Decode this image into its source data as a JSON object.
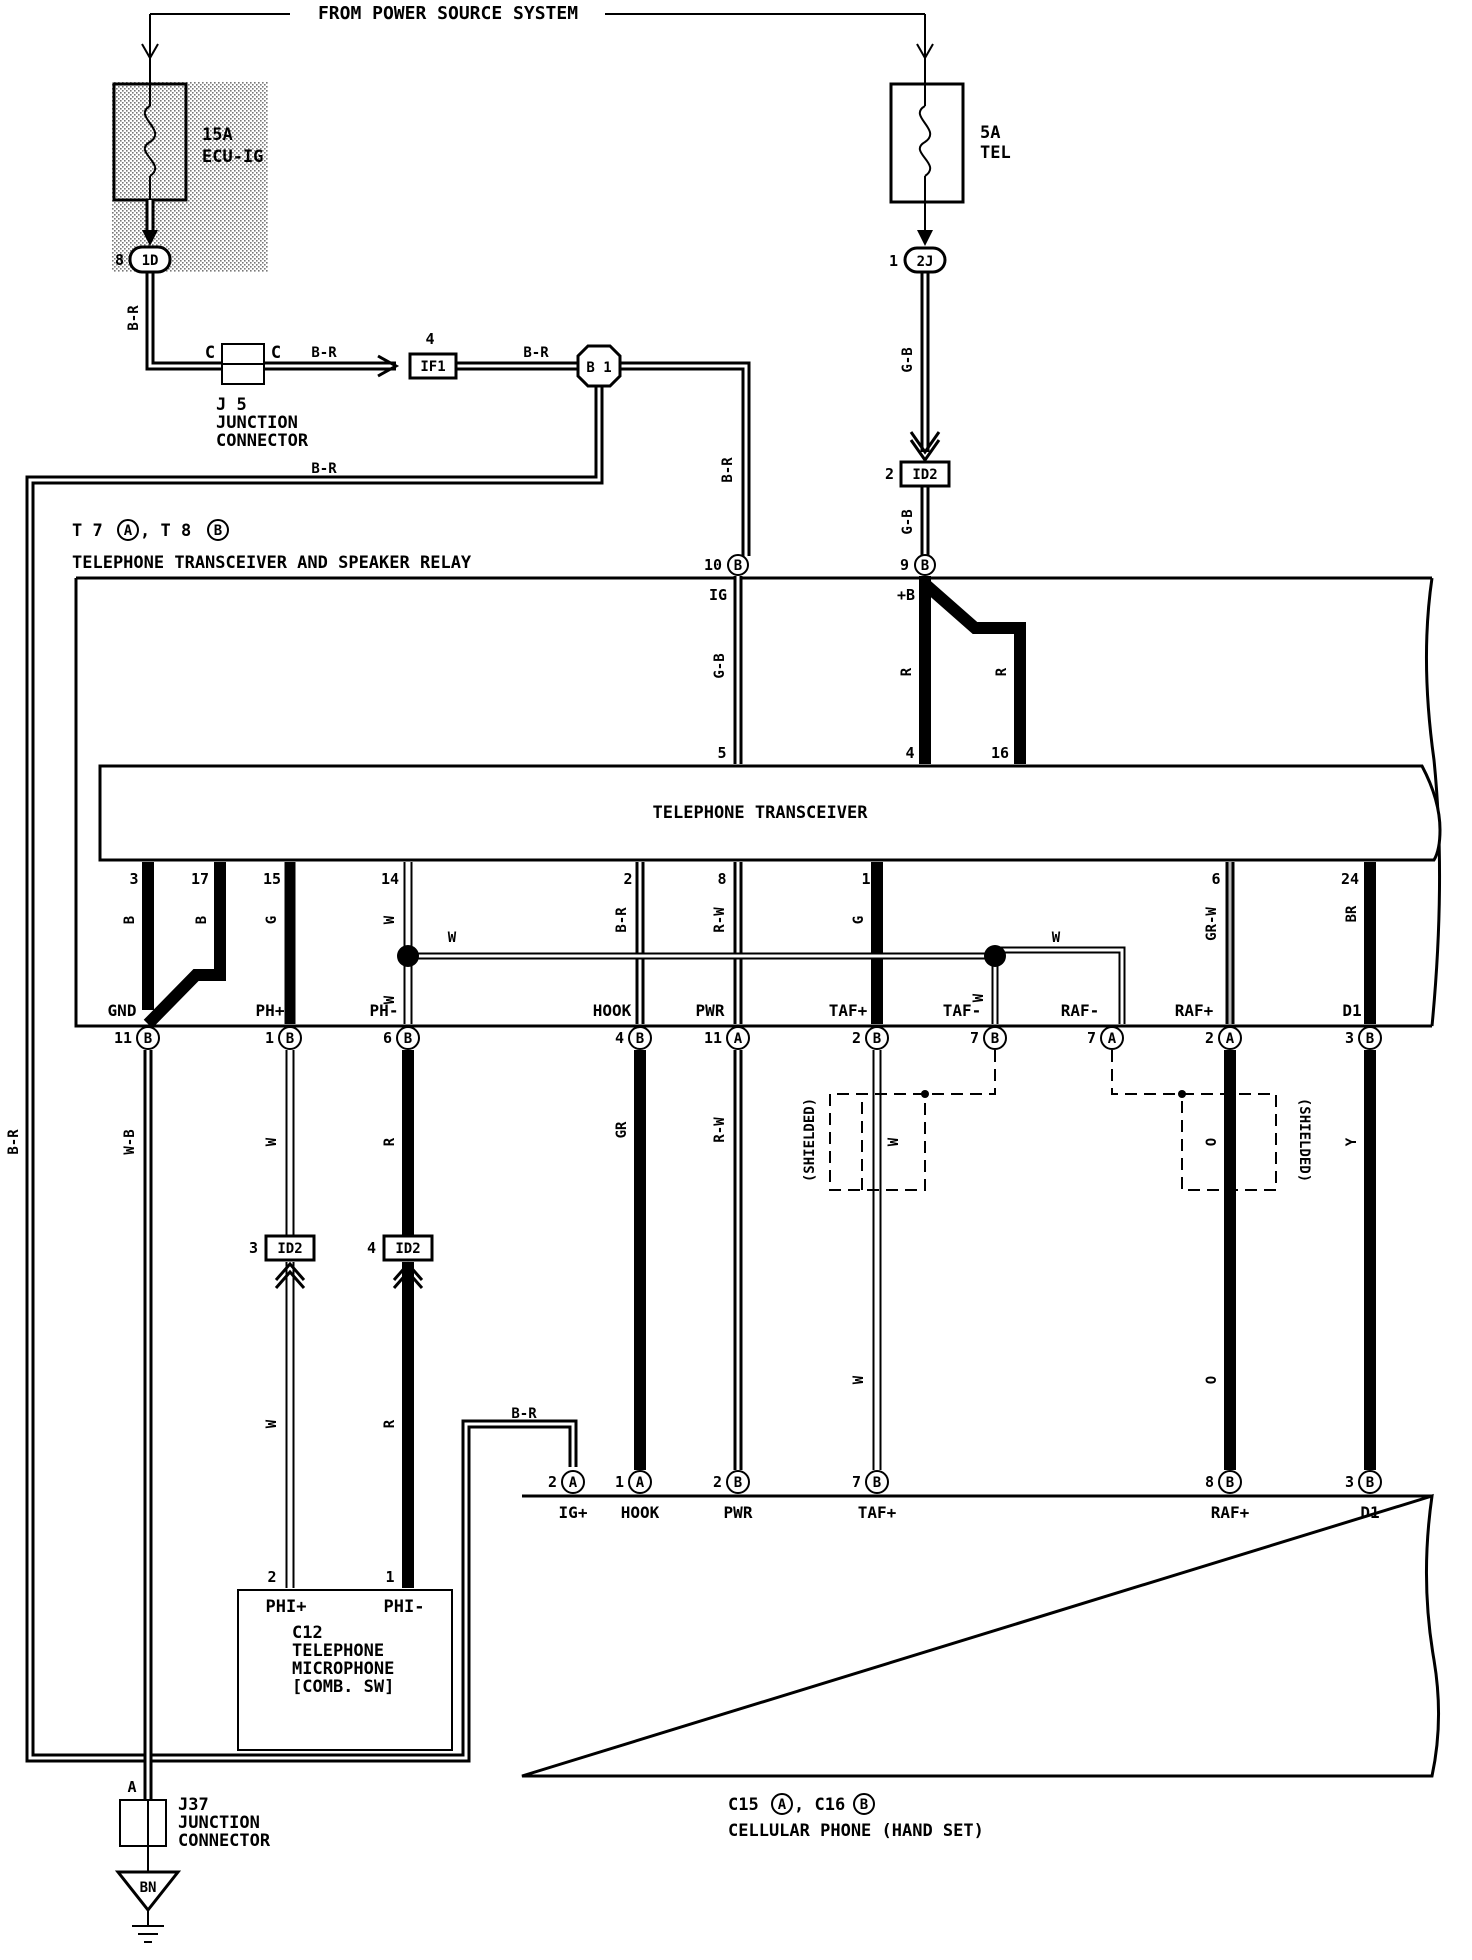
{
  "header": {
    "power_source": "FROM POWER SOURCE SYSTEM"
  },
  "fuses": {
    "ecu_ig": {
      "rating": "15A",
      "name": "ECU-IG"
    },
    "tel": {
      "rating": "5A",
      "name": "TEL"
    }
  },
  "connectors": {
    "c1d": "1D",
    "c2j": "2J",
    "cif1": "IF1",
    "cid2": "ID2",
    "cb1": "B 1",
    "pin_1d": "8",
    "pin_2j": "1",
    "pin_if1": "4",
    "pin_id2_top": "2",
    "pin_id2_a": "3",
    "pin_id2_b": "4"
  },
  "junctions": {
    "j5": {
      "id": "J 5",
      "line1": "JUNCTION",
      "line2": "CONNECTOR",
      "pin_left": "C",
      "pin_right": "C"
    },
    "j37": {
      "id": "J37",
      "line1": "JUNCTION",
      "line2": "CONNECTOR",
      "pin": "A"
    },
    "ground": "BN"
  },
  "transceiver_relay": {
    "ref_prefix": "T 7",
    "ref_a": "A",
    "ref_mid": ", T 8",
    "ref_b": "B",
    "title": "TELEPHONE TRANSCEIVER AND SPEAKER RELAY",
    "pin_ig": "10",
    "pin_b": "9",
    "lbl_ig": "IG",
    "lbl_b": "+B",
    "inner_5": "5",
    "inner_4": "4",
    "inner_16": "16"
  },
  "transceiver": {
    "title": "TELEPHONE TRANSCEIVER"
  },
  "top_pins": [
    "3",
    "17",
    "15",
    "14",
    "2",
    "8",
    "1",
    "6",
    "24"
  ],
  "terminals": {
    "labels": [
      "GND",
      "PH+",
      "PH-",
      "HOOK",
      "PWR",
      "TAF+",
      "TAF-",
      "RAF-",
      "RAF+",
      "D1"
    ],
    "pins": [
      "11",
      "1",
      "6",
      "4",
      "11",
      "2",
      "7",
      "7",
      "2",
      "3"
    ],
    "letters": [
      "B",
      "B",
      "B",
      "B",
      "A",
      "B",
      "B",
      "A",
      "A",
      "B"
    ]
  },
  "wire_colors": {
    "br": "B-R",
    "gb": "G-B",
    "r": "R",
    "b": "B",
    "g": "G",
    "w": "W",
    "rw": "R-W",
    "grw": "GR-W",
    "br2": "BR",
    "wb": "W-B",
    "gr": "GR",
    "o": "O",
    "y": "Y"
  },
  "shield": "(SHIELDED)",
  "microphone": {
    "pin_plus": "2",
    "pin_minus": "1",
    "lbl_plus": "PHI+",
    "lbl_minus": "PHI-",
    "id": "C12",
    "line1": "TELEPHONE",
    "line2": "MICROPHONE",
    "line3": "[COMB. SW]"
  },
  "cellular": {
    "pins": [
      "2",
      "1",
      "2",
      "7",
      "8",
      "3"
    ],
    "letters": [
      "A",
      "A",
      "B",
      "B",
      "B",
      "B"
    ],
    "labels": [
      "IG+",
      "HOOK",
      "PWR",
      "TAF+",
      "RAF+",
      "D1"
    ],
    "ref_prefix": "C15",
    "ref_a": "A",
    "ref_mid": ", C16",
    "ref_b": "B",
    "title": "CELLULAR PHONE (HAND SET)"
  }
}
